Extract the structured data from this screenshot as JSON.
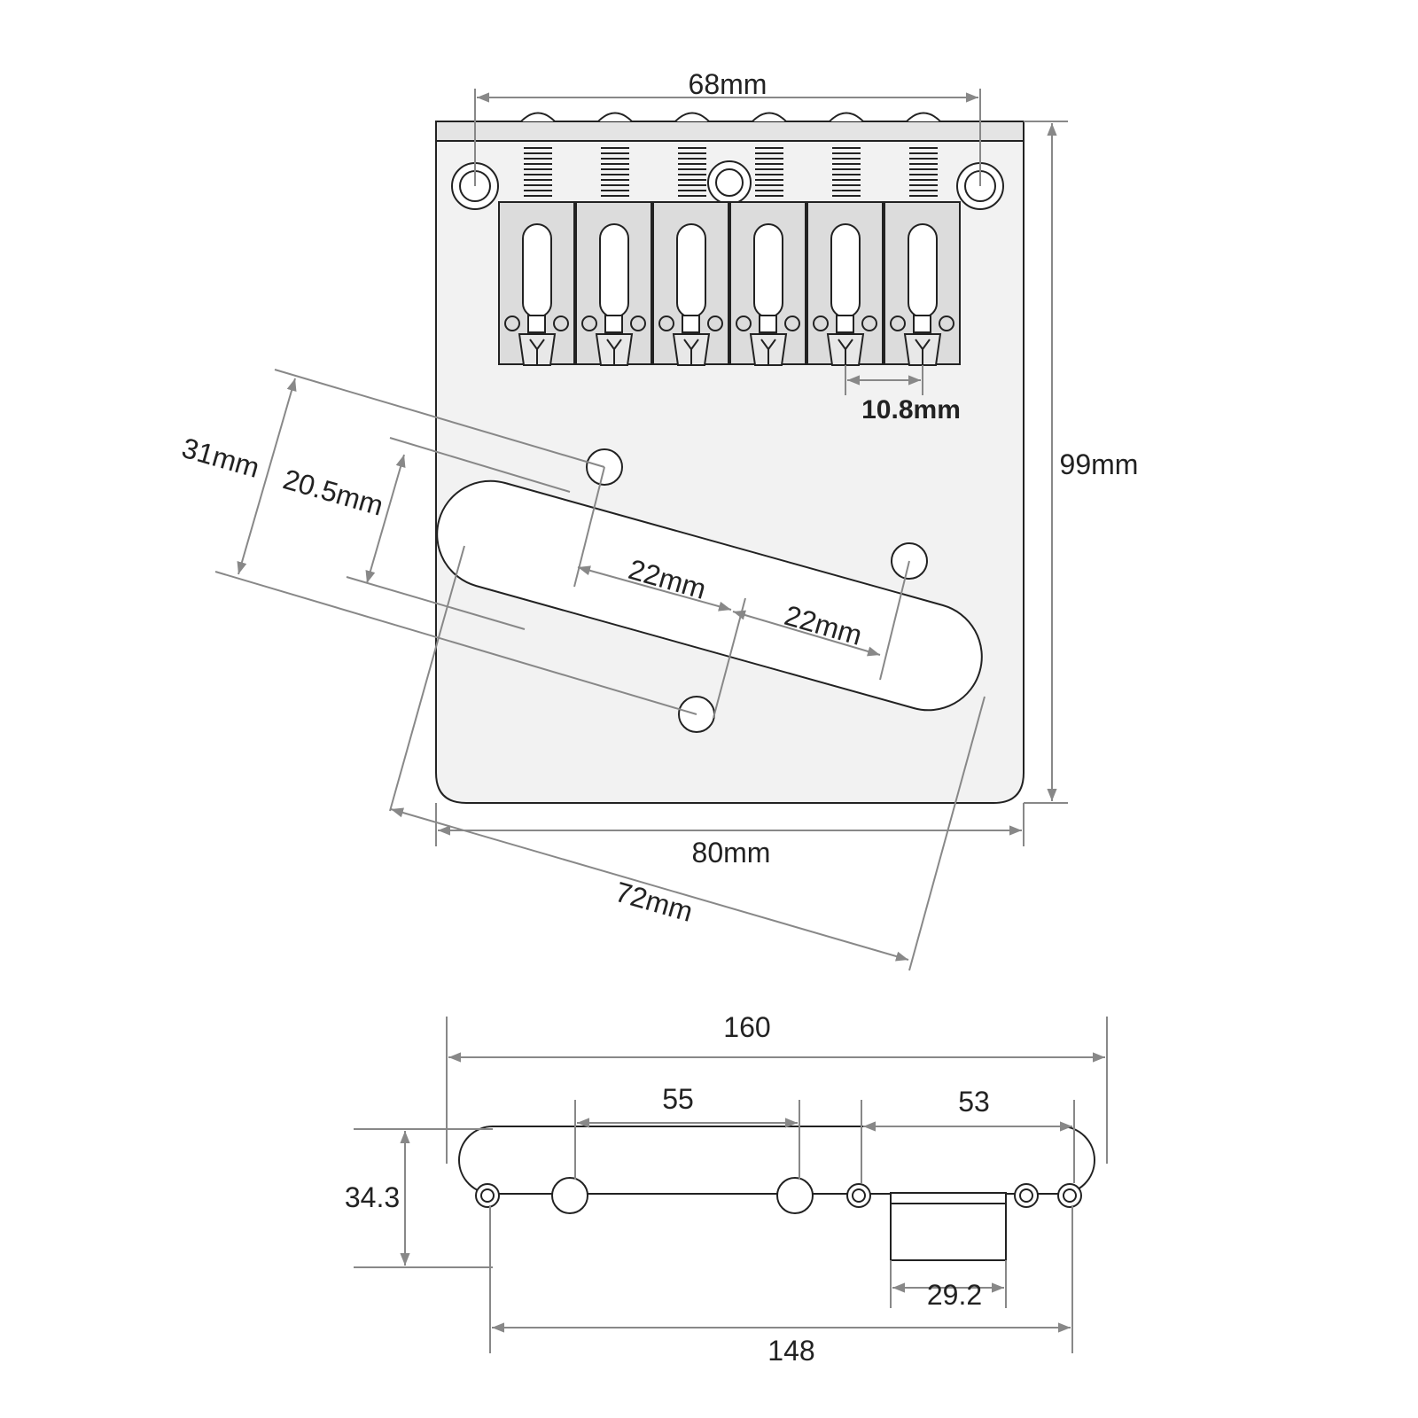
{
  "colors": {
    "background": "#ffffff",
    "plate_fill": "#f2f2f2",
    "outline": "#222222",
    "dimension_line": "#888888",
    "saddle_fill": "#dcdcdc",
    "text": "#222222"
  },
  "bridge": {
    "dimensions": {
      "top_span": "68mm",
      "saddle_spacing": "10.8mm",
      "height": "99mm",
      "width": "80mm",
      "pickup_length": "72mm",
      "offset_outer": "31mm",
      "offset_inner": "20.5mm",
      "hole_spacing_a": "22mm",
      "hole_spacing_b": "22mm"
    }
  },
  "control_plate": {
    "dimensions": {
      "overall_length": "160",
      "knob_spacing": "55",
      "switch_span": "53",
      "height": "34.3",
      "slot_length": "29.2",
      "mount_hole_span": "148"
    }
  }
}
